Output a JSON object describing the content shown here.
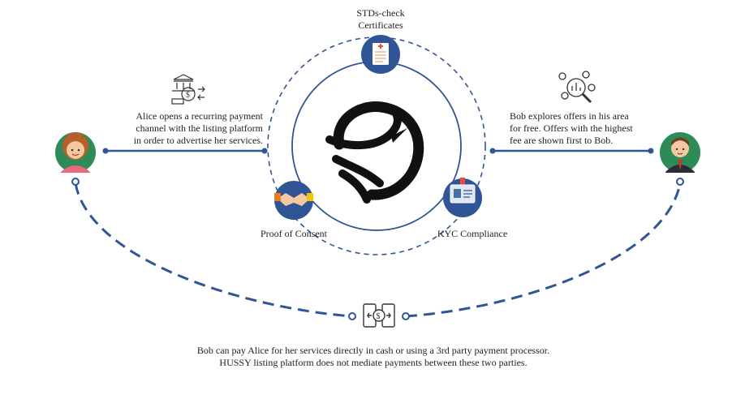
{
  "colors": {
    "primary": "#2f5597",
    "dark_navy": "#1f3c78",
    "logo": "#111111",
    "skin": "#f5c9a0",
    "green_circle": "#2e8b57"
  },
  "icons": {
    "alice": "woman-avatar-icon",
    "bob": "man-avatar-icon",
    "bank_payment": "bank-recurring-payment-icon",
    "search": "search-offers-icon",
    "certificate": "certificate-document-icon",
    "handshake": "handshake-icon",
    "id_card": "id-badge-icon",
    "phone_payment": "phone-payment-transfer-icon",
    "logo": "hussy-bird-logo"
  },
  "nodes": {
    "stds_check": {
      "line1": "STDs-check",
      "line2": "Certificates"
    },
    "proof_of_consent": "Proof of Consent",
    "kyc": "KYC Compliance"
  },
  "alice": {
    "line1": "Alice opens a recurring payment",
    "line2": "channel with the listing platform",
    "line3": "in order to advertise her services."
  },
  "bob": {
    "line1": "Bob explores offers in his area",
    "line2": "for free. Offers with the highest",
    "line3": "fee are shown first to Bob."
  },
  "payment_note": {
    "line1": "Bob can pay Alice for her services directly in cash or using a 3rd party payment processor.",
    "line2": "HUSSY listing platform does not mediate payments between these two parties."
  }
}
